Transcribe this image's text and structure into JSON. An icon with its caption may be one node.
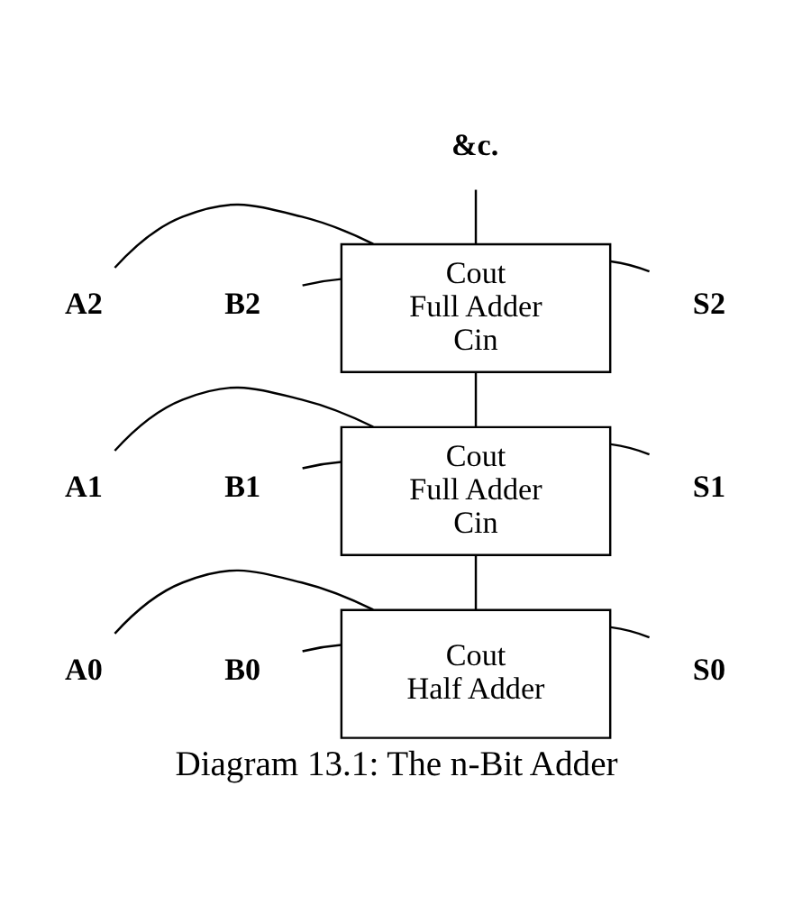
{
  "diagram": {
    "caption": "Diagram 13.1: The n-Bit Adder",
    "nodes": [
      {
        "text": [
          "&c."
        ]
      },
      {
        "text": [
          "Cout",
          "Full Adder",
          "Cin"
        ]
      },
      {
        "text": [
          "A2"
        ]
      },
      {
        "text": [
          "B2"
        ]
      },
      {
        "text": [
          "S2"
        ]
      },
      {
        "text": [
          "Cout",
          "Full Adder",
          "Cin"
        ]
      },
      {
        "text": [
          "A1"
        ]
      },
      {
        "text": [
          "B1"
        ]
      },
      {
        "text": [
          "S1"
        ]
      },
      {
        "text": [
          "Cout",
          "Half Adder"
        ]
      },
      {
        "text": [
          "A0"
        ]
      },
      {
        "text": [
          "B0"
        ]
      },
      {
        "text": [
          "S0"
        ]
      }
    ],
    "edges": [
      {
        "from": 1,
        "to": 0,
        "arrow": "none"
      },
      {
        "from": 2,
        "to": 1,
        "arrow": "none"
      },
      {
        "from": 3,
        "to": 1,
        "arrow": "none"
      },
      {
        "from": 1,
        "to": 4,
        "arrow": "none"
      },
      {
        "from": 5,
        "to": 1,
        "arrow": "none"
      },
      {
        "from": 6,
        "to": 5,
        "arrow": "none"
      },
      {
        "from": 7,
        "to": 5,
        "arrow": "none"
      },
      {
        "from": 5,
        "to": 8,
        "arrow": "none"
      },
      {
        "from": 9,
        "to": 5,
        "arrow": "none"
      },
      {
        "from": 10,
        "to": 9,
        "arrow": "none"
      },
      {
        "from": 11,
        "to": 9,
        "arrow": "none"
      },
      {
        "from": 9,
        "to": 12,
        "arrow": "none"
      }
    ]
  }
}
